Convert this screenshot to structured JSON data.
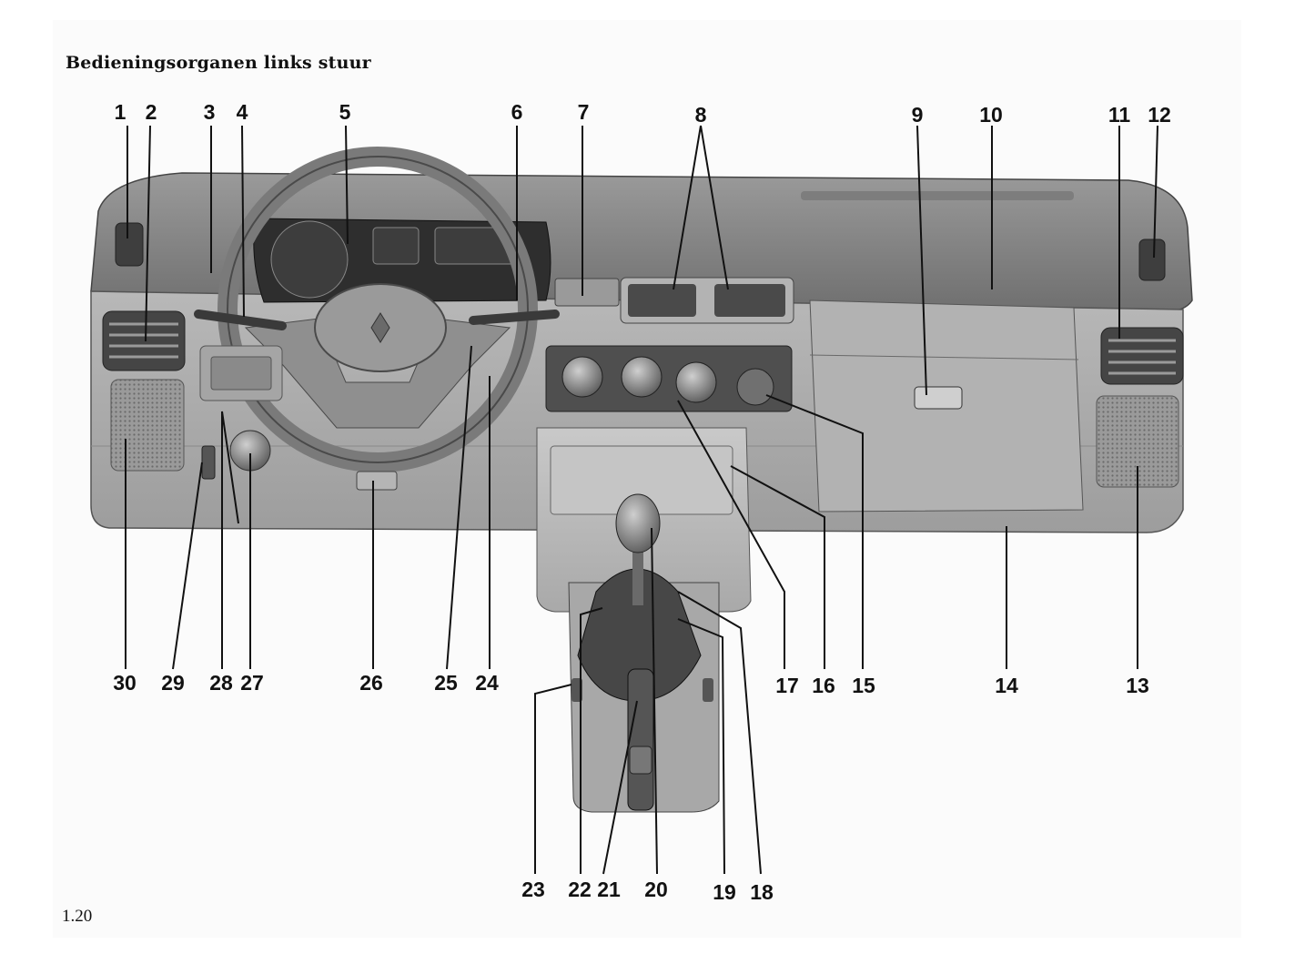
{
  "title": "Bedieningsorganen links stuur",
  "page_number": "1.20",
  "callouts": {
    "c1": "1",
    "c2": "2",
    "c3": "3",
    "c4": "4",
    "c5": "5",
    "c6": "6",
    "c7": "7",
    "c8": "8",
    "c9": "9",
    "c10": "10",
    "c11": "11",
    "c12": "12",
    "c13": "13",
    "c14": "14",
    "c15": "15",
    "c16": "16",
    "c17": "17",
    "c18": "18",
    "c19": "19",
    "c20": "20",
    "c21": "21",
    "c22": "22",
    "c23": "23",
    "c24": "24",
    "c25": "25",
    "c26": "26",
    "c27": "27",
    "c28": "28",
    "c29": "29",
    "c30": "30"
  }
}
